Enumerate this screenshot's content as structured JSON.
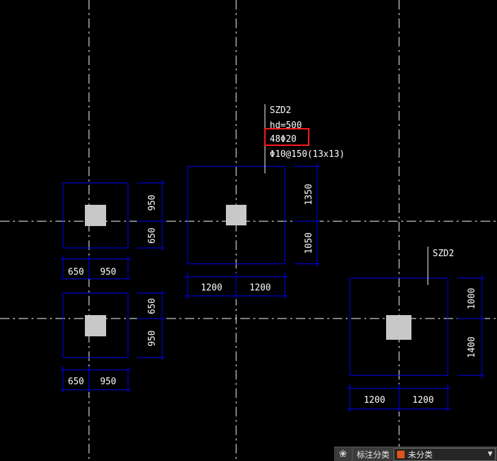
{
  "drawing": {
    "colors": {
      "background": "#000000",
      "grid_line": "#ffffff",
      "outline": "#0000ff",
      "column": "#c8c8c8",
      "dimension": "#ffffff",
      "highlight": "#ff1a1a"
    },
    "footings": {
      "left_top": {
        "dims_bottom": [
          "650",
          "950"
        ],
        "dims_right": [
          "950",
          "650"
        ]
      },
      "left_bottom": {
        "dims_bottom": [
          "650",
          "950"
        ],
        "dims_right": [
          "650",
          "950"
        ]
      },
      "center": {
        "dims_bottom": [
          "1200",
          "1200"
        ],
        "dims_right": [
          "1350",
          "1050"
        ],
        "labels": [
          "SZD2",
          "hd=500",
          "48Φ20",
          "Φ10@150(13x13)"
        ]
      },
      "right": {
        "dims_bottom": [
          "1200",
          "1200"
        ],
        "dims_right": [
          "1000",
          "1400"
        ],
        "labels": [
          "SZD2"
        ]
      }
    }
  },
  "toolbar": {
    "icon": "component-group-icon",
    "label": "标注分类",
    "category_value": "未分类",
    "category_color": "#e0541a"
  }
}
